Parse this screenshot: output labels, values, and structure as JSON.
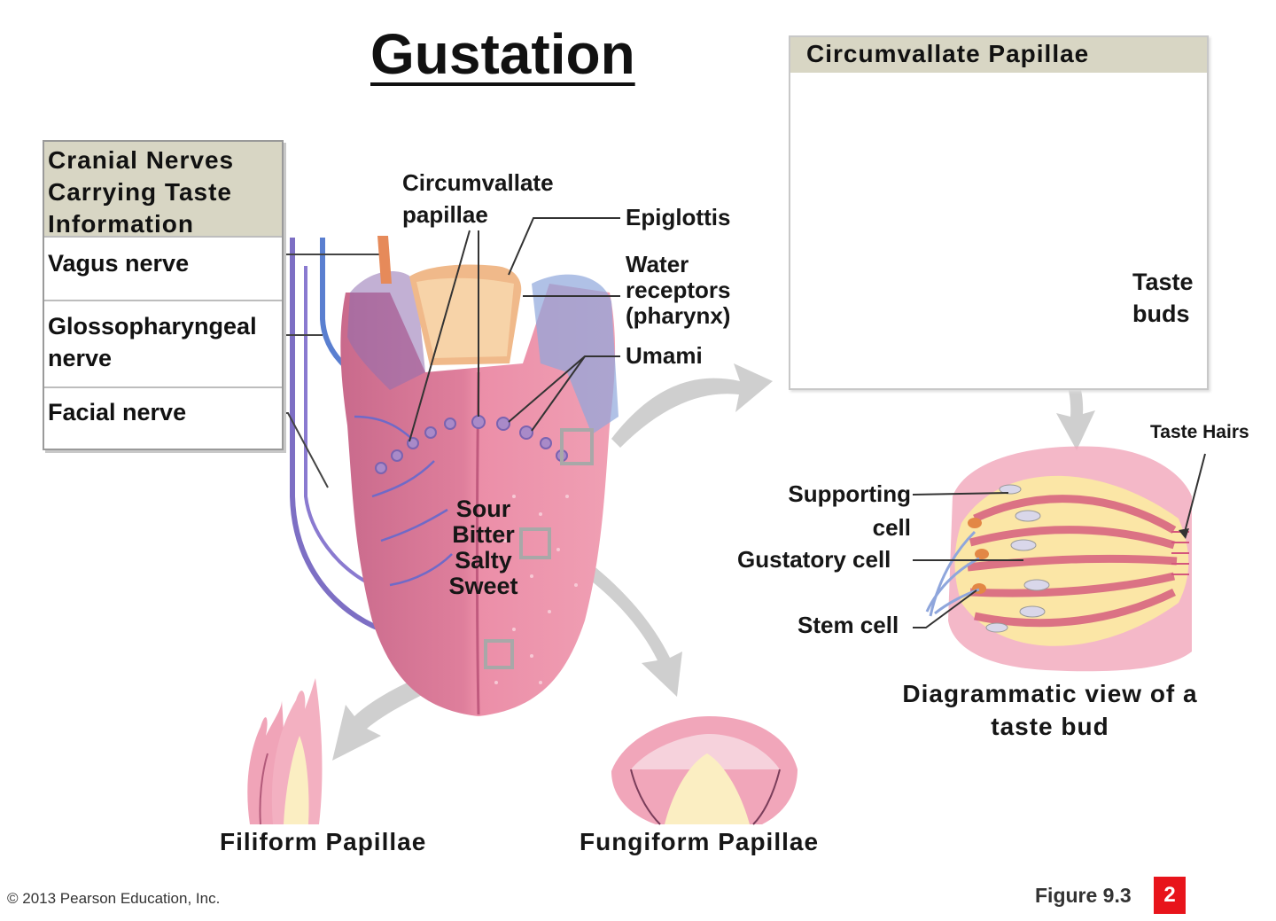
{
  "title": "Gustation",
  "nerves": {
    "header": [
      "Cranial Nerves",
      "Carrying Taste",
      "Information"
    ],
    "rows": [
      {
        "line1": "Vagus nerve",
        "line2": ""
      },
      {
        "line1": "Glossopharyngeal",
        "line2": "nerve"
      },
      {
        "line1": "Facial nerve",
        "line2": ""
      }
    ]
  },
  "tongue_labels": {
    "circumvallate": [
      "Circumvallate",
      "papillae"
    ],
    "epiglottis": "Epiglottis",
    "water": [
      "Water",
      "receptors",
      "(pharynx)"
    ],
    "umami": "Umami",
    "tastes": [
      "Sour",
      "Bitter",
      "Salty",
      "Sweet"
    ]
  },
  "inset": {
    "header": "Circumvallate Papillae",
    "taste_buds": [
      "Taste",
      "buds"
    ]
  },
  "taste_bud": {
    "taste_hairs": "Taste Hairs",
    "supporting": [
      "Supporting",
      "cell"
    ],
    "gustatory": "Gustatory cell",
    "stem": "Stem cell",
    "caption": [
      "Diagrammatic view of a",
      "taste bud"
    ]
  },
  "papillae": {
    "filiform": "Filiform Papillae",
    "fungiform": "Fungiform Papillae"
  },
  "footer": {
    "copyright": "© 2013 Pearson Education, Inc.",
    "figure": "Figure 9.3",
    "page": "2"
  },
  "colors": {
    "tongue_pink": "#e98aa2",
    "tongue_dark": "#b95778",
    "nerve_purple": "#7d6fc4",
    "nerve_blue": "#5a7fd0",
    "header_tan": "#d8d6c4",
    "badge_red": "#e8141b"
  }
}
